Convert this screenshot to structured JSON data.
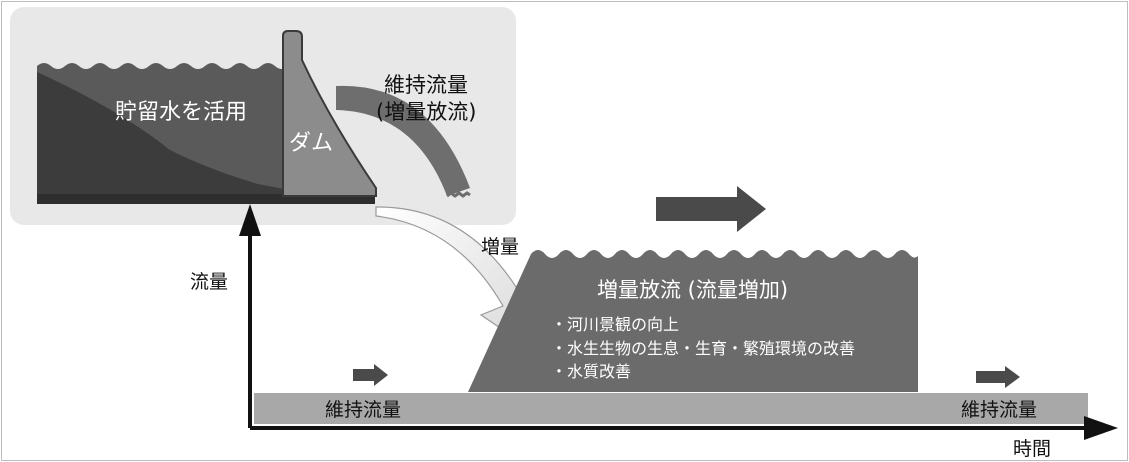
{
  "labels": {
    "stored_water": "貯留水を活用",
    "dam": "ダム",
    "maintenance_flow_release_line1": "維持流量",
    "maintenance_flow_release_line2": "(増量放流)",
    "increase": "増量",
    "increased_release": "増量放流 (流量増加)",
    "y_axis": "流量",
    "x_axis": "時間",
    "baseline_left": "維持流量",
    "baseline_right": "維持流量"
  },
  "benefits": [
    "・河川景観の向上",
    "・水生生物の生息・生育・繁殖環境の改善",
    "・水質改善"
  ],
  "colors": {
    "reservoir_panel": "#e8e8e8",
    "water_dark": "#5a5a5a",
    "dam_fill": "#8c8c8c",
    "release_flow": "#6e6e6e",
    "baseline_band": "#a8a8a8",
    "increase_block": "#6b6b6b",
    "axis": "#111111",
    "arrow_light": "#e6e6e6"
  }
}
